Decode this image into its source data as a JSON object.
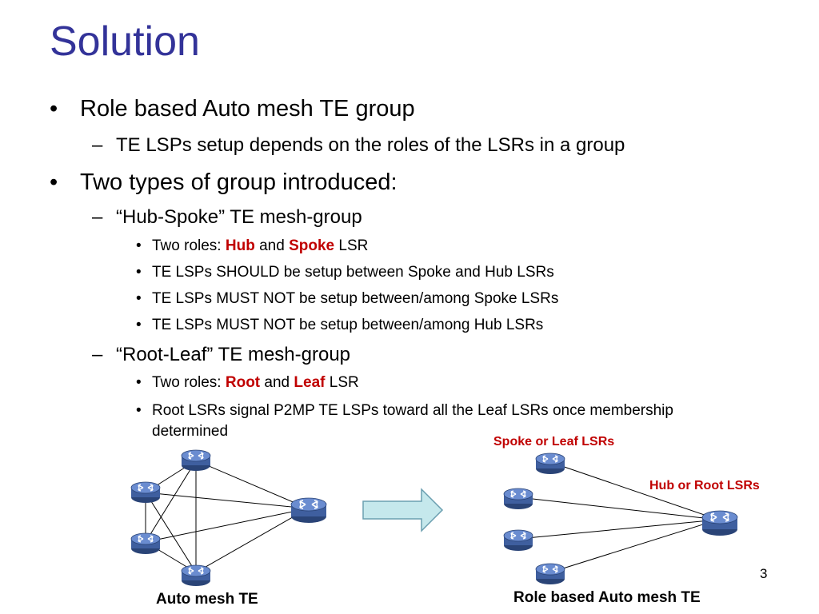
{
  "slide": {
    "title": "Solution",
    "number": "3"
  },
  "bullets": {
    "b1": {
      "marker": "•",
      "text": "Role based Auto mesh TE group"
    },
    "b1_1": {
      "marker": "–",
      "text": "TE LSPs setup depends on the roles of the LSRs in a group"
    },
    "b2": {
      "marker": "•",
      "text": "Two types of group introduced:"
    },
    "b2_1": {
      "marker": "–",
      "text": "“Hub-Spoke” TE mesh-group"
    },
    "b2_1_1": {
      "marker": "•",
      "prefix": "Two roles: ",
      "role1": "Hub",
      "mid": " and ",
      "role2": "Spoke",
      "suffix": " LSR"
    },
    "b2_1_2": {
      "marker": "•",
      "text": "TE LSPs SHOULD be setup between Spoke and Hub LSRs"
    },
    "b2_1_3": {
      "marker": "•",
      "text": "TE LSPs MUST NOT be setup between/among Spoke LSRs"
    },
    "b2_1_4": {
      "marker": "•",
      "text": "TE LSPs MUST NOT be setup between/among Hub LSRs"
    },
    "b2_2": {
      "marker": "–",
      "text": "“Root-Leaf” TE mesh-group"
    },
    "b2_2_1": {
      "marker": "•",
      "prefix": "Two roles: ",
      "role1": "Root",
      "mid": " and ",
      "role2": "Leaf",
      "suffix": " LSR"
    },
    "b2_2_2": {
      "marker": "•",
      "line1": "Root LSRs signal P2MP TE LSPs toward all the Leaf LSRs once membership",
      "line2": "determined"
    }
  },
  "diagram": {
    "left_caption": "Auto mesh TE",
    "right_caption": "Role based Auto mesh TE",
    "spoke_label": "Spoke or Leaf LSRs",
    "hub_label": "Hub or Root LSRs",
    "router_icon": "router-icon",
    "arrow_icon": "right-arrow-icon",
    "colors": {
      "router_body": "#3f5f9f",
      "router_top": "#5b7fc4",
      "arrow_fill": "#c5e8ec",
      "arrow_stroke": "#6b9fb0",
      "label_red": "#c00000"
    }
  }
}
